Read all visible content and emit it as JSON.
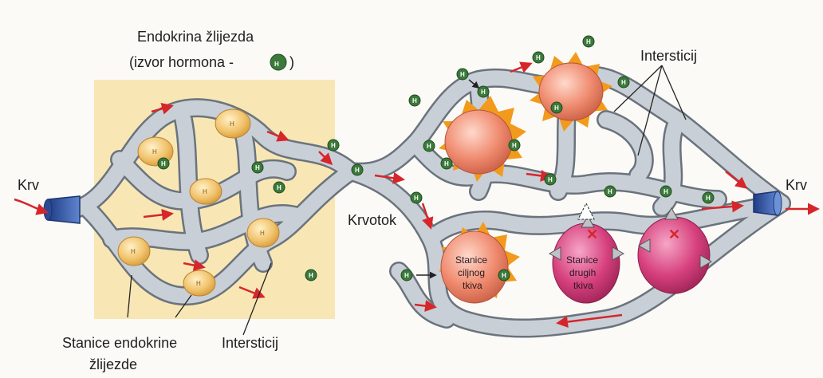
{
  "labels": {
    "gland_title_line1": "Endokrina žlijezda",
    "gland_title_line2_prefix": "(izvor hormona -",
    "gland_title_line2_suffix": ")",
    "hormone_symbol": "H",
    "blood_in": "Krv",
    "blood_out": "Krv",
    "bloodstream": "Krvotok",
    "interstitium_top": "Intersticij",
    "interstitium_bottom": "Intersticij",
    "endocrine_cells_line1": "Stanice endokrine",
    "endocrine_cells_line2": "žlijezde",
    "target_cells_line1": "Stanice",
    "target_cells_line2": "ciljnog",
    "target_cells_line3": "tkiva",
    "other_cells_line1": "Stanice",
    "other_cells_line2": "drugih",
    "other_cells_line3": "tkiva"
  },
  "colors": {
    "vessel_fill": "#c9cfd6",
    "vessel_stroke": "#6a737d",
    "gland_background": "#f8e7b4",
    "endocrine_cell": "#f1c46e",
    "hormone_dot": "#3b7a3b",
    "target_cell": "#ef8a6e",
    "receptor": "#f29a1c",
    "other_cell": "#d6407c",
    "flow_arrow": "#d6262b",
    "blood_vessel_end": "#3f5fa7"
  }
}
